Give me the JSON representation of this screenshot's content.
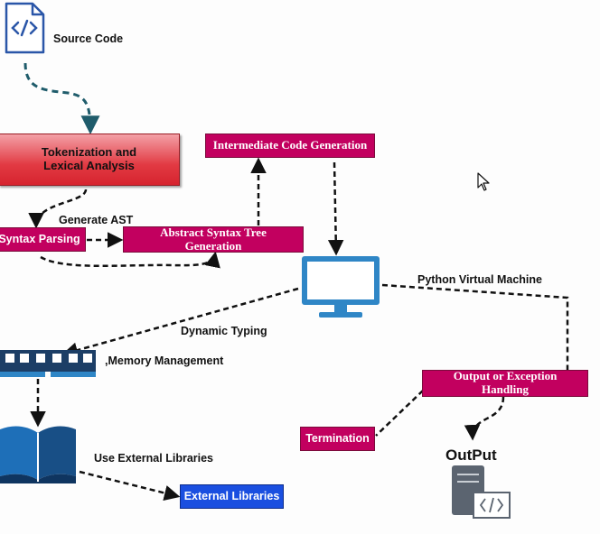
{
  "nodes": {
    "source_code": "Source Code",
    "tokenization": "Tokenization and Lexical Analysis",
    "syntax_parsing": "Syntax Parsing",
    "generate_ast": "Generate AST",
    "ast_generation": "Abstract Syntax Tree Generation",
    "intermediate_code": "Intermediate Code Generation",
    "pvm": "Python Virtual Machine",
    "dynamic_typing": "Dynamic Typing",
    "memory_management": ",Memory Management",
    "use_external_libraries": "Use External Libraries",
    "external_libraries": "External Libraries",
    "output_exception": "Output or Exception Handling",
    "termination": "Termination",
    "output_title": "OutPut"
  },
  "icons": {
    "source_file": "code-file-icon",
    "monitor": "monitor-icon",
    "memory": "memory-chip-icon",
    "book": "open-book-icon",
    "server": "server-code-icon",
    "cursor": "mouse-cursor-icon"
  },
  "colors": {
    "magenta_box": "#c2005f",
    "red_box": "#e23a43",
    "blue_box": "#1a4fe0",
    "icon_blue": "#2f86c6",
    "teal_arrow": "#1f5c6b"
  }
}
